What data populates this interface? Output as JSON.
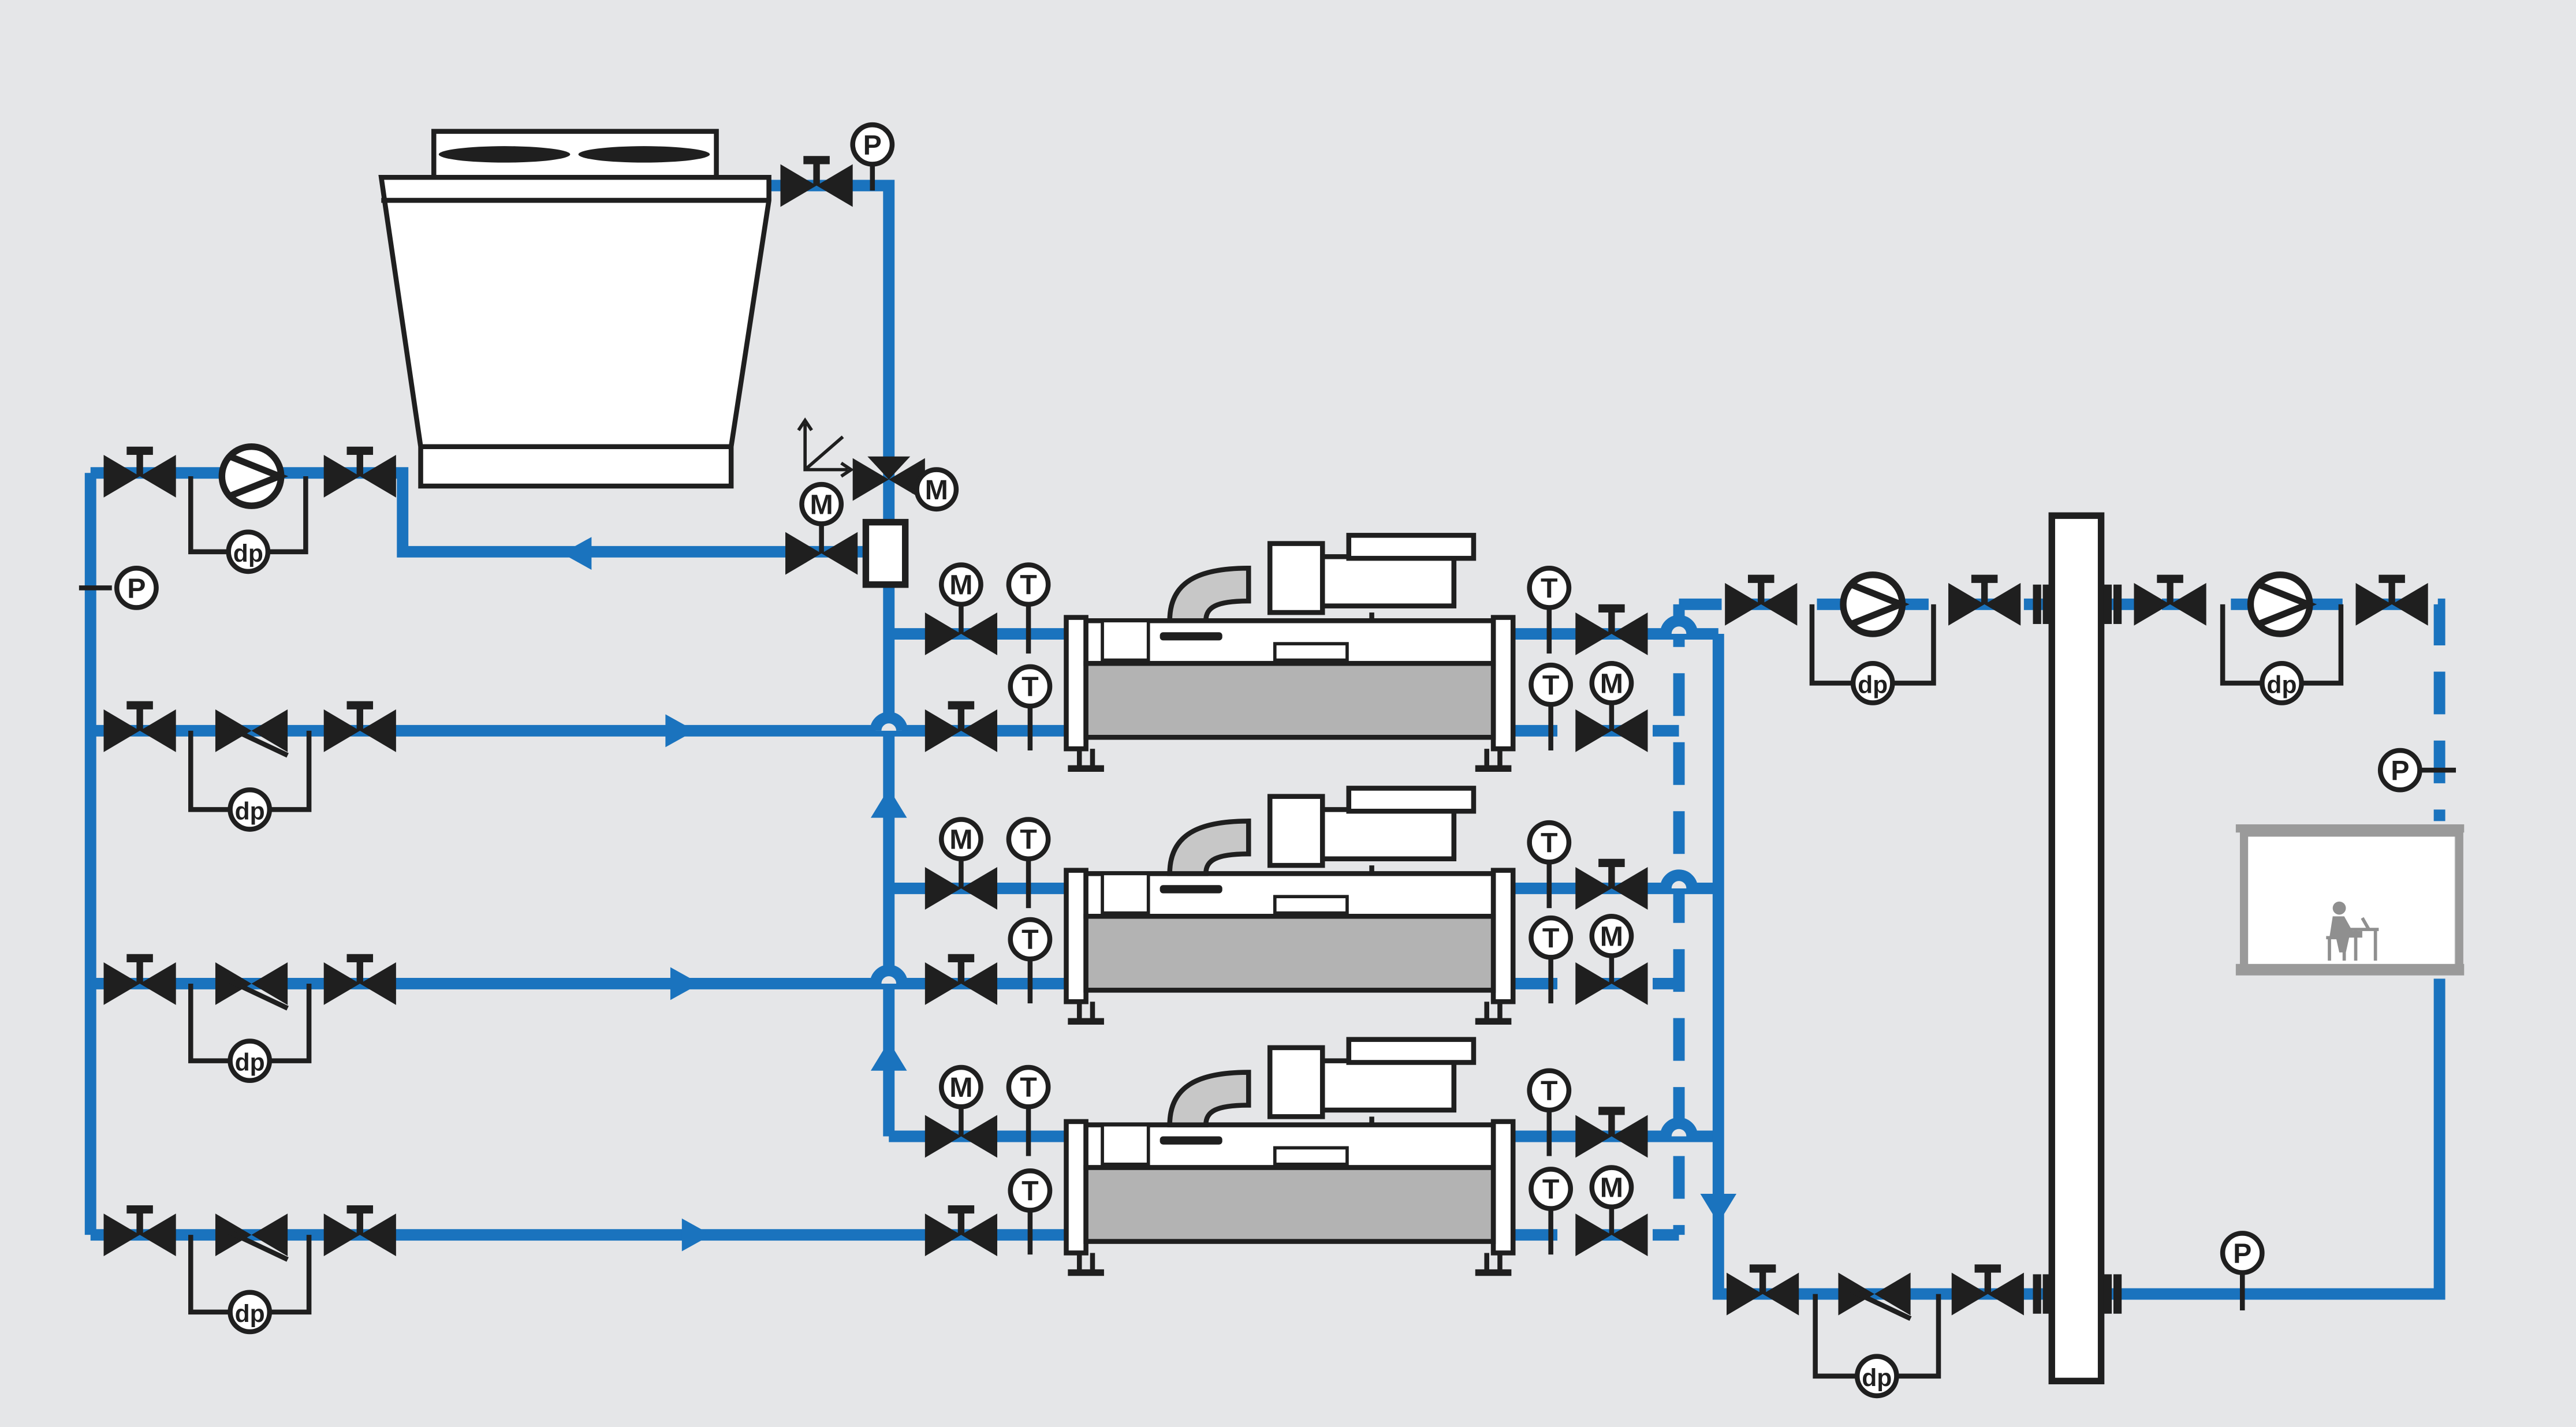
{
  "diagram": {
    "background": "#e5e6e8",
    "pipe_color": "#1a73be",
    "symbol_color": "#1f1f1f",
    "gauge_labels": {
      "pressure": "P",
      "temperature": "T",
      "motorized": "M",
      "differential_pressure": "dp"
    },
    "components": {
      "cooling_tower": "cooling-tower",
      "chillers": [
        "chiller-1",
        "chiller-2",
        "chiller-3"
      ],
      "heat_exchanger": "plate-heat-exchanger",
      "building": "occupied-building"
    }
  }
}
